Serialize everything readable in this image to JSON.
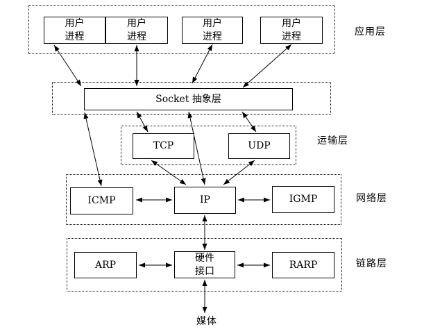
{
  "layers": {
    "application": {
      "label": "应用层",
      "boxes": [
        {
          "label": "用户\n进程"
        },
        {
          "label": "用户\n进程"
        },
        {
          "label": "用户\n进程"
        },
        {
          "label": "用户\n进程"
        }
      ]
    },
    "socket": {
      "label": "Socket 抽象层"
    },
    "transport": {
      "label": "运输层",
      "boxes": [
        {
          "label": "TCP"
        },
        {
          "label": "UDP"
        }
      ]
    },
    "network": {
      "label": "网络层",
      "boxes": [
        {
          "label": "ICMP"
        },
        {
          "label": "IP"
        },
        {
          "label": "IGMP"
        }
      ]
    },
    "link": {
      "label": "链路层",
      "boxes": [
        {
          "label": "ARP"
        },
        {
          "label": "硬件\n接口"
        },
        {
          "label": "RARP"
        }
      ]
    },
    "media": {
      "label": "媒体"
    }
  },
  "connections": [
    {
      "from": "user-process-1",
      "to": "socket",
      "bidirectional": true
    },
    {
      "from": "user-process-2",
      "to": "socket",
      "bidirectional": true
    },
    {
      "from": "user-process-3",
      "to": "socket",
      "bidirectional": true
    },
    {
      "from": "user-process-4",
      "to": "socket",
      "bidirectional": true
    },
    {
      "from": "socket",
      "to": "icmp",
      "bidirectional": true
    },
    {
      "from": "socket",
      "to": "tcp",
      "bidirectional": true
    },
    {
      "from": "socket",
      "to": "ip",
      "bidirectional": true
    },
    {
      "from": "socket",
      "to": "udp",
      "bidirectional": true
    },
    {
      "from": "tcp",
      "to": "ip",
      "bidirectional": true
    },
    {
      "from": "udp",
      "to": "ip",
      "bidirectional": true
    },
    {
      "from": "icmp",
      "to": "ip",
      "bidirectional": true
    },
    {
      "from": "ip",
      "to": "igmp",
      "bidirectional": true
    },
    {
      "from": "ip",
      "to": "hardware-interface",
      "bidirectional": true
    },
    {
      "from": "arp",
      "to": "hardware-interface",
      "bidirectional": true
    },
    {
      "from": "hardware-interface",
      "to": "rarp",
      "bidirectional": true
    },
    {
      "from": "hardware-interface",
      "to": "media",
      "bidirectional": true
    }
  ],
  "colors": {
    "line": "#000000",
    "background": "#ffffff"
  }
}
